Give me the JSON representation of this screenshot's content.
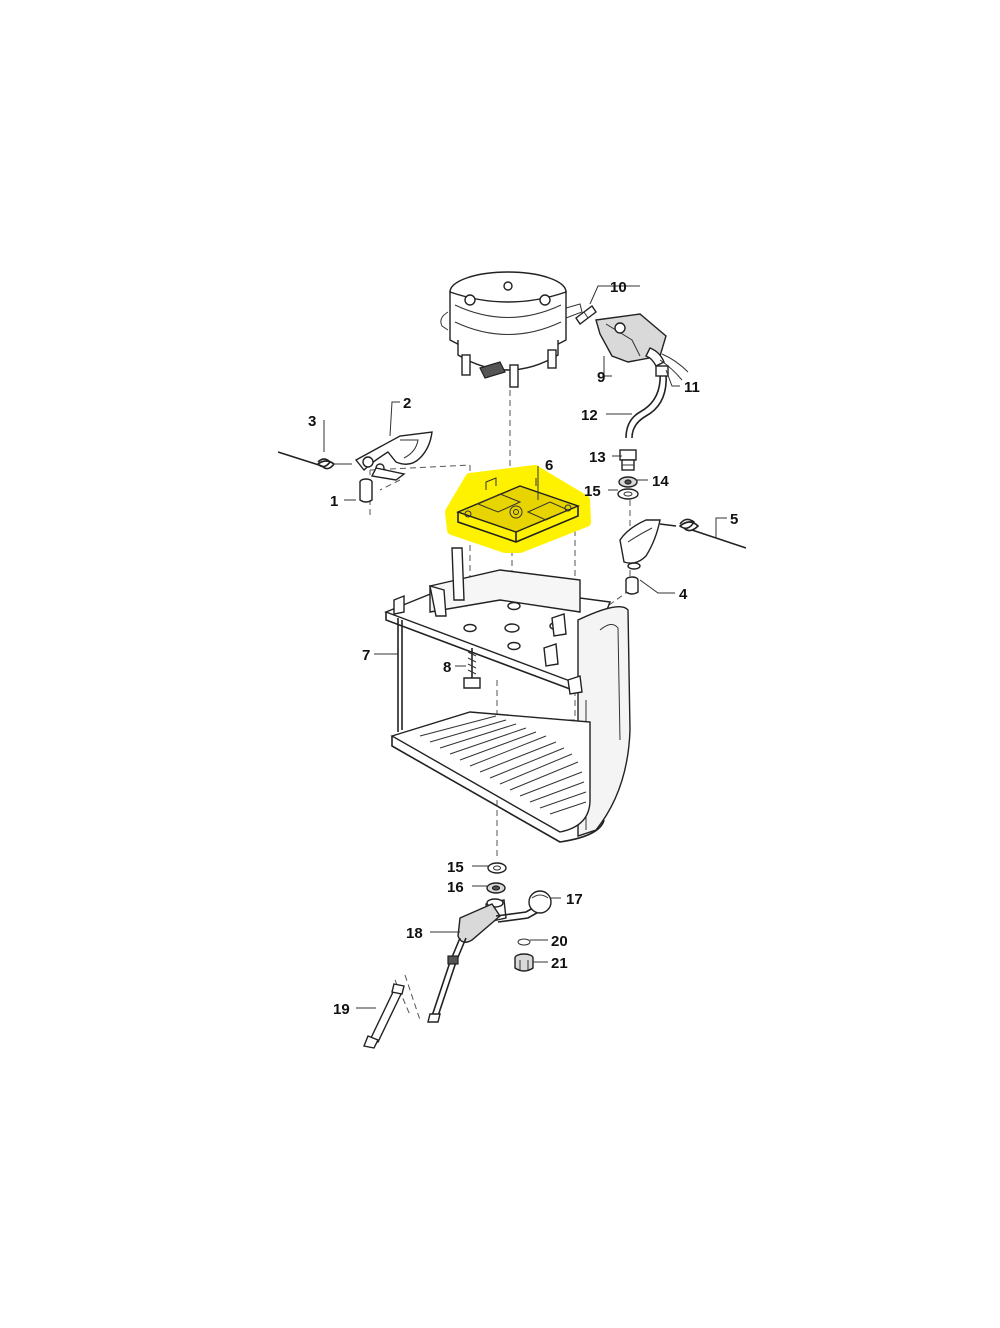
{
  "highlight_color": "#fff200",
  "callouts": {
    "c1": "1",
    "c2": "2",
    "c3": "3",
    "c4": "4",
    "c5": "5",
    "c6": "6",
    "c7": "7",
    "c8": "8",
    "c9": "9",
    "c10": "10",
    "c11": "11",
    "c12": "12",
    "c13": "13",
    "c14": "14",
    "c15a": "15",
    "c15b": "15",
    "c16": "16",
    "c17": "17",
    "c18": "18",
    "c19": "19",
    "c20": "20",
    "c21": "21"
  }
}
